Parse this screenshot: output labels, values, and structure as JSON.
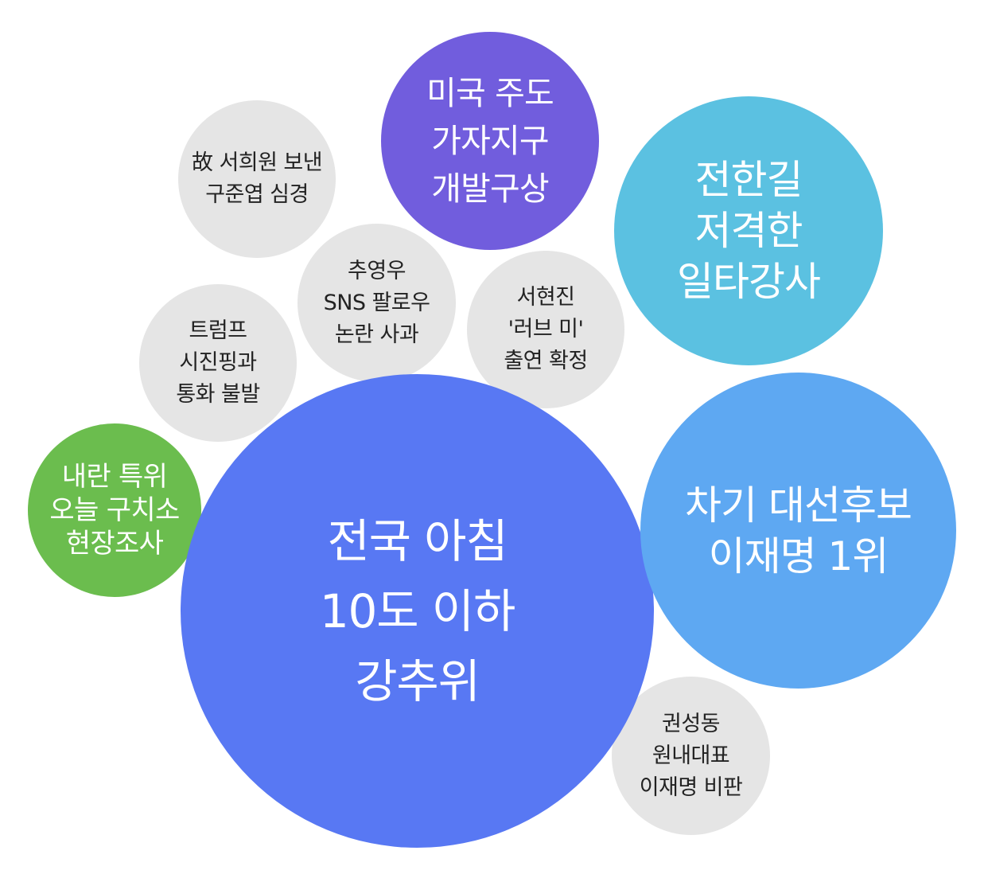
{
  "colors": {
    "blue_main": "#5878f3",
    "sky_blue": "#5ea8f2",
    "cyan": "#5bc1e1",
    "purple": "#715ddd",
    "green": "#6bbd4e",
    "gray": "#e5e5e5",
    "text_light": "#ffffff",
    "text_dark": "#222222"
  },
  "bubbles": [
    {
      "id": "main",
      "lines": [
        "전국 아침",
        "10도 이하",
        "강추위"
      ],
      "color": "blue_main",
      "text": "text_light"
    },
    {
      "id": "lee-1st",
      "lines": [
        "차기 대선후보",
        "이재명 1위"
      ],
      "color": "sky_blue",
      "text": "text_light"
    },
    {
      "id": "jeon",
      "lines": [
        "전한길",
        "저격한",
        "일타강사"
      ],
      "color": "cyan",
      "text": "text_light"
    },
    {
      "id": "us",
      "lines": [
        "미국 주도",
        "가자지구",
        "개발구상"
      ],
      "color": "purple",
      "text": "text_light"
    },
    {
      "id": "seo-hui",
      "lines": [
        "故 서희원 보낸",
        "구준엽 심경"
      ],
      "color": "gray",
      "text": "text_dark"
    },
    {
      "id": "choo",
      "lines": [
        "추영우",
        "SNS 팔로우",
        "논란 사과"
      ],
      "color": "gray",
      "text": "text_dark"
    },
    {
      "id": "seo-hyun",
      "lines": [
        "서현진",
        "'러브 미'",
        "출연 확정"
      ],
      "color": "gray",
      "text": "text_dark"
    },
    {
      "id": "trump",
      "lines": [
        "트럼프",
        "시진핑과",
        "통화 불발"
      ],
      "color": "gray",
      "text": "text_dark"
    },
    {
      "id": "insurrect",
      "lines": [
        "내란 특위",
        "오늘 구치소",
        "현장조사"
      ],
      "color": "green",
      "text": "text_light"
    },
    {
      "id": "kwon",
      "lines": [
        "권성동",
        "원내대표",
        "이재명 비판"
      ],
      "color": "gray",
      "text": "text_dark"
    }
  ]
}
